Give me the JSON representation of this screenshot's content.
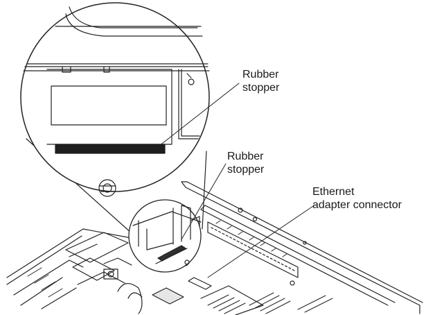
{
  "figure": {
    "callouts": {
      "rubber_stopper_zoom": {
        "line1": "Rubber",
        "line2": "stopper"
      },
      "rubber_stopper": {
        "line1": "Rubber",
        "line2": "stopper"
      },
      "ethernet_adapter_connector": {
        "line1": "Ethernet",
        "line2": "adapter connector"
      }
    }
  }
}
